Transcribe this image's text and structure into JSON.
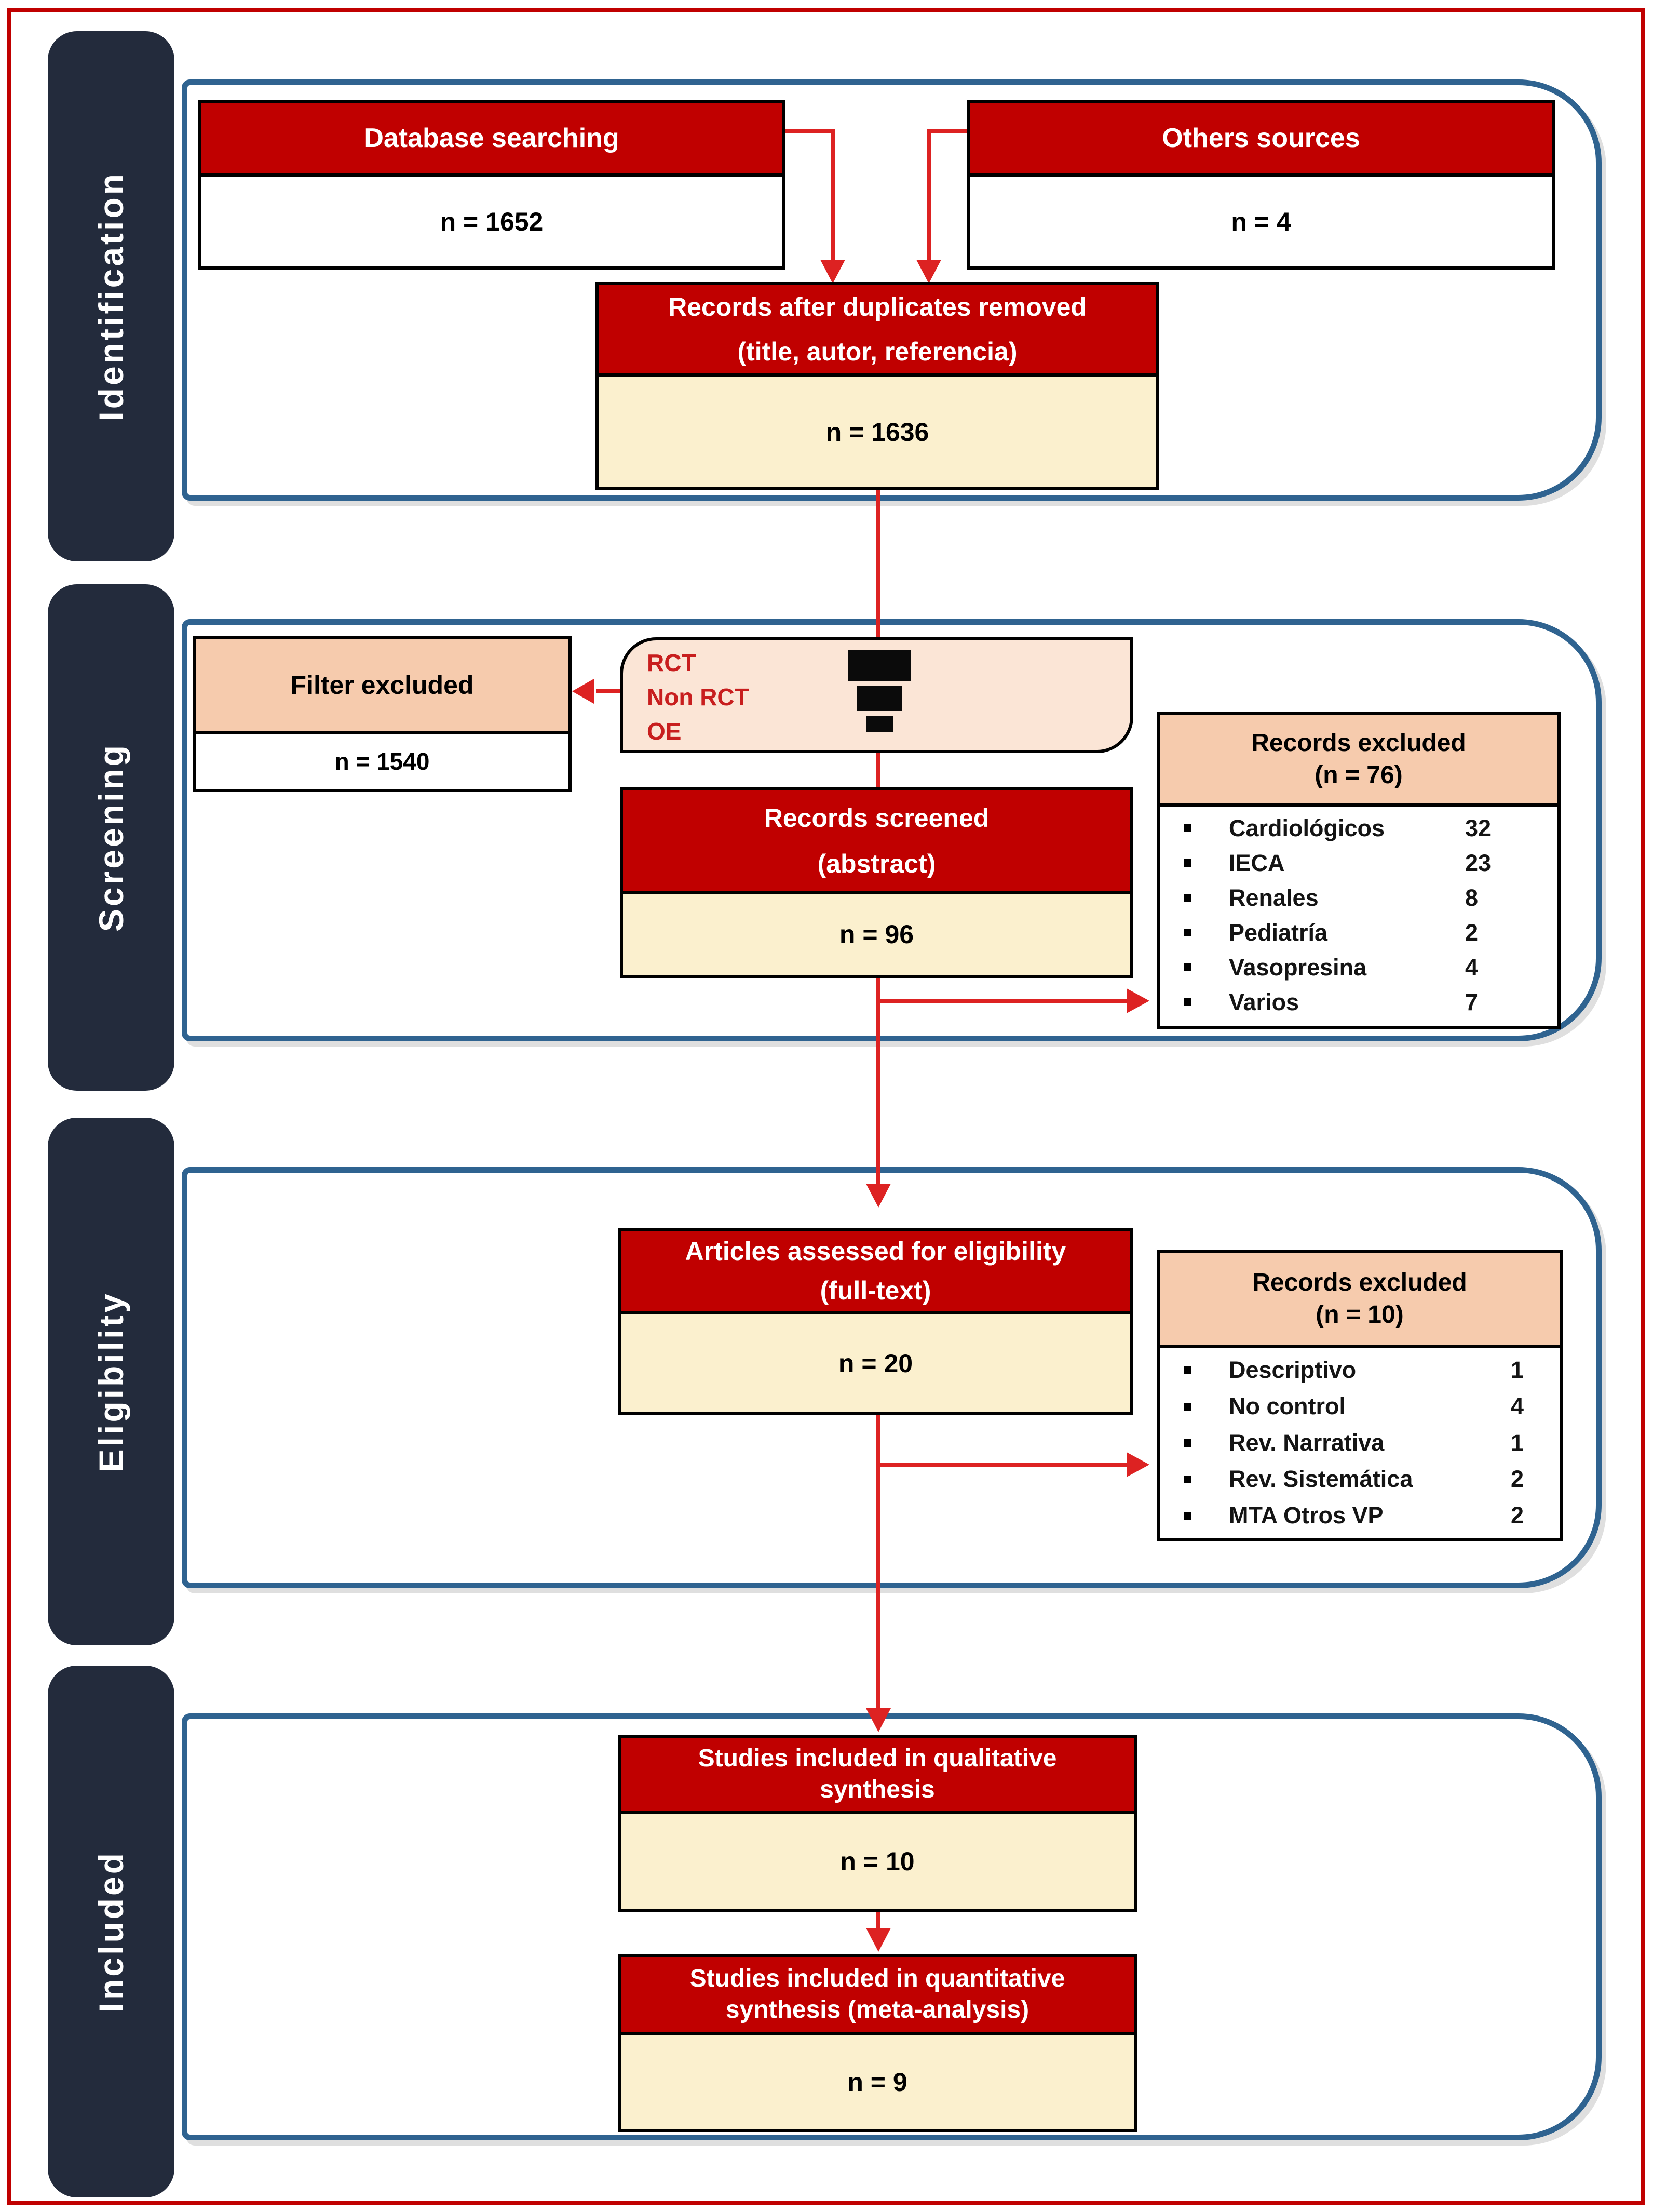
{
  "palette": {
    "header_red": "#C00000",
    "arrow_red": "#DD2222",
    "cream_body": "#FBF0CE",
    "peach_header": "#F6CBAD",
    "criteria_pink": "#FBE5D6",
    "stage_navy": "#232B3C",
    "container_blue": "#2F6390",
    "outer_border_red": "#C00000",
    "criteria_text_red": "#C81E1E"
  },
  "sidebar": {
    "stages": [
      {
        "label": "Identification"
      },
      {
        "label": "Screening"
      },
      {
        "label": "Eligibility"
      },
      {
        "label": "Included"
      }
    ]
  },
  "identification": {
    "database_searching": {
      "title": "Database searching",
      "count": "n = 1652"
    },
    "others_sources": {
      "title": "Others sources",
      "count": "n = 4"
    },
    "duplicates_removed": {
      "title_line1": "Records after duplicates removed",
      "title_line2": "(title, autor, referencia)",
      "count": "n = 1636"
    }
  },
  "screening": {
    "filter_excluded": {
      "title": "Filter excluded",
      "count": "n = 1540"
    },
    "filter_criteria": {
      "line1": "RCT",
      "line2": "Non RCT",
      "line3": "OE",
      "icon": "funnel-icon"
    },
    "records_screened": {
      "title_line1": "Records screened",
      "title_line2": "(abstract)",
      "count": "n = 96"
    },
    "records_excluded": {
      "title_line1": "Records excluded",
      "title_line2": "(n = 76)",
      "items": [
        {
          "label": "Cardiológicos",
          "value": "32"
        },
        {
          "label": "IECA",
          "value": "23"
        },
        {
          "label": "Renales",
          "value": "8"
        },
        {
          "label": "Pediatría",
          "value": "2"
        },
        {
          "label": "Vasopresina",
          "value": "4"
        },
        {
          "label": "Varios",
          "value": "7"
        }
      ]
    }
  },
  "eligibility": {
    "articles_assessed": {
      "title_line1": "Articles assessed for eligibility",
      "title_line2": "(full-text)",
      "count": "n = 20"
    },
    "records_excluded": {
      "title_line1": "Records excluded",
      "title_line2": "(n = 10)",
      "items": [
        {
          "label": "Descriptivo",
          "value": "1"
        },
        {
          "label": "No control",
          "value": "4"
        },
        {
          "label": "Rev. Narrativa",
          "value": "1"
        },
        {
          "label": "Rev. Sistemática",
          "value": "2"
        },
        {
          "label": "MTA Otros VP",
          "value": "2"
        }
      ]
    }
  },
  "included": {
    "qualitative": {
      "title_line1": "Studies included in qualitative",
      "title_line2": "synthesis",
      "count": "n = 10"
    },
    "quantitative": {
      "title_line1": "Studies included in quantitative",
      "title_line2": "synthesis (meta-analysis)",
      "count": "n = 9"
    }
  }
}
